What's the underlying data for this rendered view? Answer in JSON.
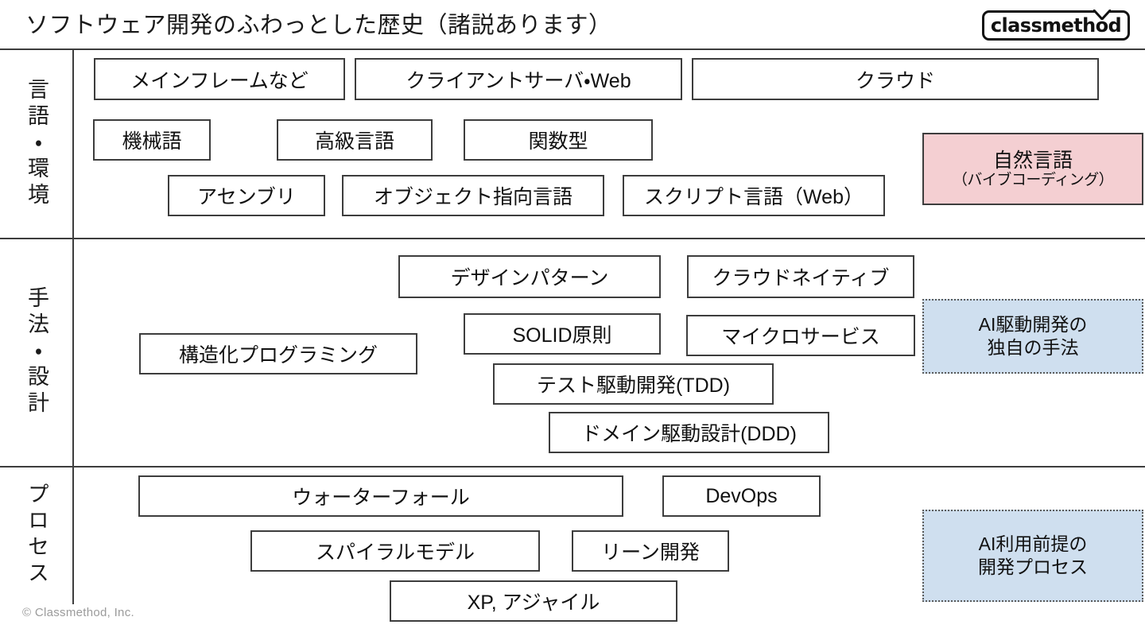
{
  "slide": {
    "title": "ソフトウェア開発のふわっとした歴史（諸説あります）",
    "footer": "© Classmethod, Inc.",
    "logo_text": "classmethod",
    "colors": {
      "line": "#3d3d3d",
      "box_border": "#3d3d3d",
      "highlight_pink": "#f4cfd2",
      "highlight_blue": "#cfdfef",
      "text": "#111111",
      "footer_text": "#9b9b9b"
    }
  },
  "rows": [
    {
      "label": "言語・環境"
    },
    {
      "label": "手法・設計"
    },
    {
      "label": "プロセス"
    }
  ],
  "boxes": {
    "lang_env": [
      {
        "label": "メインフレームなど"
      },
      {
        "label": "クライアントサーバ・Web"
      },
      {
        "label": "クラウド"
      },
      {
        "label": "機械語"
      },
      {
        "label": "高級言語"
      },
      {
        "label": "関数型"
      },
      {
        "label": "アセンブリ"
      },
      {
        "label": "オブジェクト指向言語"
      },
      {
        "label": "スクリプト言語（Web）"
      }
    ],
    "lang_env_highlight": {
      "label": "自然言語",
      "sub": "（バイブコーディング）"
    },
    "method_design": [
      {
        "label": "デザインパターン"
      },
      {
        "label": "クラウドネイティブ"
      },
      {
        "label": "SOLID原則"
      },
      {
        "label": "マイクロサービス"
      },
      {
        "label": "構造化プログラミング"
      },
      {
        "label": "テスト駆動開発(TDD)"
      },
      {
        "label": "ドメイン駆動設計(DDD)"
      }
    ],
    "method_design_highlight": {
      "line1": "AI駆動開発の",
      "line2": "独自の手法"
    },
    "process": [
      {
        "label": "ウォーターフォール"
      },
      {
        "label": "DevOps"
      },
      {
        "label": "スパイラルモデル"
      },
      {
        "label": "リーン開発"
      },
      {
        "label": "XP, アジャイル"
      }
    ],
    "process_highlight": {
      "line1": "AI利用前提の",
      "line2": "開発プロセス"
    }
  }
}
